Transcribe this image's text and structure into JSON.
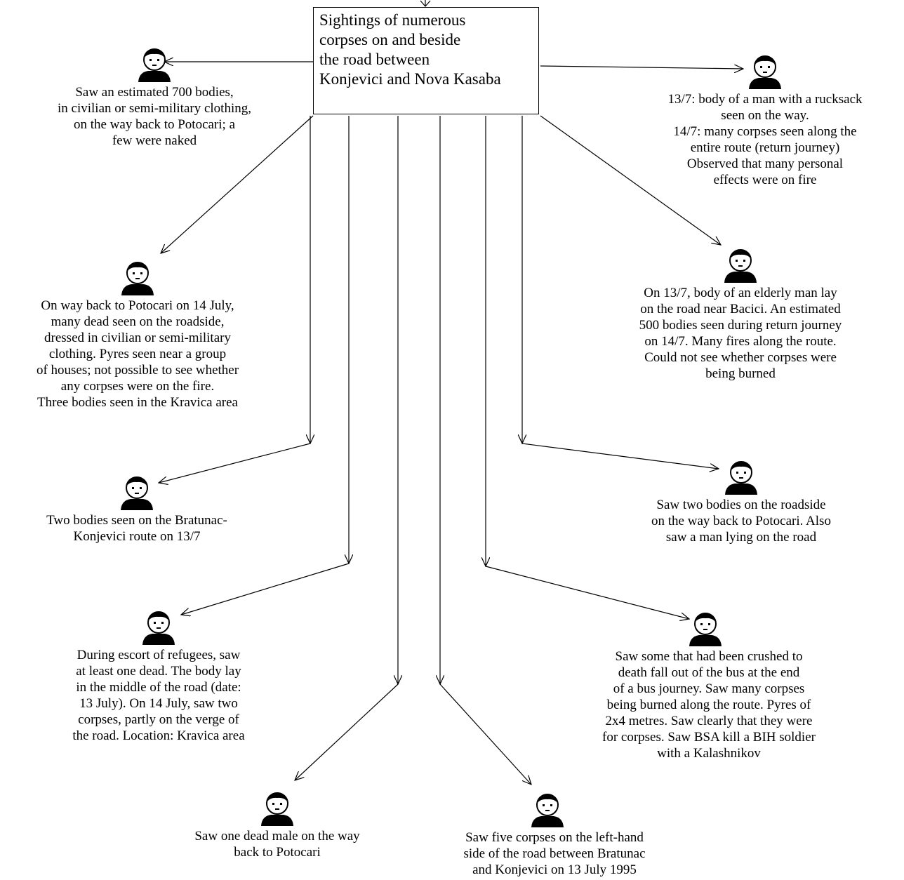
{
  "central": {
    "lines": [
      "Sightings of numerous",
      "corpses on and beside",
      "the road between",
      "Konjevici and Nova Kasaba"
    ]
  },
  "accounts": [
    {
      "lines": [
        "Saw an estimated 700 bodies,",
        "in civilian or semi-military clothing,",
        "on the way back to Potocari; a",
        "few were naked"
      ]
    },
    {
      "lines": [
        "13/7: body of a man with a rucksack",
        "seen on the way.",
        "14/7: many corpses seen along the",
        "entire route (return journey)",
        "Observed that many personal",
        "effects were on fire"
      ]
    },
    {
      "lines": [
        "On way back to Potocari on 14 July,",
        "many dead seen on the roadside,",
        "dressed in civilian or semi-military",
        "clothing.  Pyres seen near a group",
        "of houses; not possible to see whether",
        "any corpses were on the fire.",
        "Three bodies seen in the Kravica area"
      ]
    },
    {
      "lines": [
        "On 13/7, body of an elderly man lay",
        "on the road near Bacici. An estimated",
        "500 bodies seen during return journey",
        "on 14/7. Many fires along the route.",
        "Could not see whether corpses were",
        "being burned"
      ]
    },
    {
      "lines": [
        "Two bodies seen on the Bratunac-",
        "Konjevici route on 13/7"
      ]
    },
    {
      "lines": [
        "Saw two bodies on the roadside",
        "on the way back to Potocari. Also",
        "saw a man lying on the road"
      ]
    },
    {
      "lines": [
        "During escort of refugees, saw",
        "at least one dead. The body lay",
        "in the middle of the road (date:",
        "13 July). On 14 July, saw two",
        "corpses, partly on the verge of",
        "the road. Location: Kravica area"
      ]
    },
    {
      "lines": [
        "Saw some that had been crushed to",
        "death fall out of the bus at the end",
        "of a bus journey. Saw many corpses",
        "being burned along the route. Pyres of",
        "2x4 metres.  Saw clearly that they were",
        "for corpses. Saw BSA kill a BIH soldier",
        "with a Kalashnikov"
      ]
    },
    {
      "lines": [
        "Saw one dead male on the way",
        "back to Potocari"
      ]
    },
    {
      "lines": [
        "Saw five corpses on the left-hand",
        "side of the road between Bratunac",
        "and Konjevici on 13 July 1995"
      ]
    }
  ]
}
